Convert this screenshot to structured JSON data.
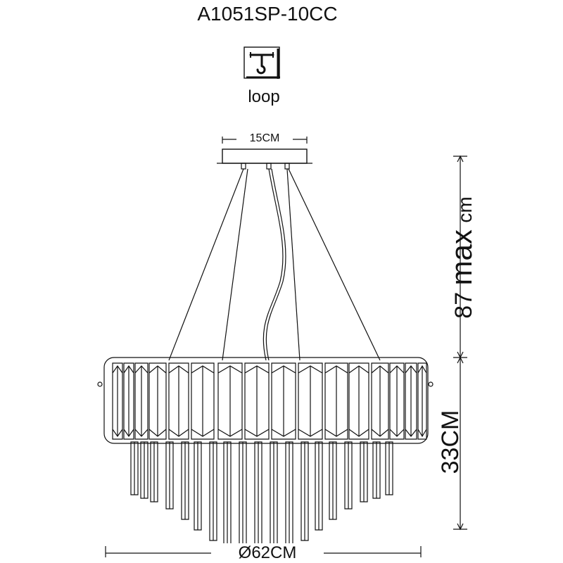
{
  "header": {
    "model": "A1051SP-10CC"
  },
  "mount": {
    "icon": "hook-loop-icon",
    "label": "loop"
  },
  "dimensions": {
    "canopy_width": "15CM",
    "drop_number": "87",
    "drop_word": "max",
    "drop_unit": "cm",
    "body_height": "33CM",
    "diameter": "Ø62CM"
  },
  "colors": {
    "line": "#111111",
    "background": "#ffffff"
  }
}
